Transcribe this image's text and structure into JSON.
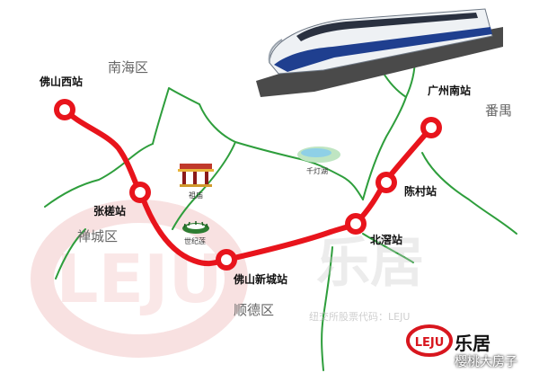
{
  "stations": {
    "foshan_west": "佛山西站",
    "zhangcha": "张槎站",
    "foshan_new_city": "佛山新城站",
    "beijiao": "北滘站",
    "chencun": "陈村站",
    "guangzhou_south": "广州南站"
  },
  "districts": {
    "nanhai": "南海区",
    "chancheng": "禅城区",
    "shunde": "顺德区",
    "panyu": "番禺"
  },
  "landmarks": {
    "zumiao": "祖庙",
    "qiandeng_lake": "千灯湖",
    "shijilian": "世纪莲"
  },
  "watermark": {
    "brand_large": "乐居",
    "stock_code": "纽交所股票代码：LEJU"
  },
  "logo": {
    "emblem": "LEJU",
    "text": "乐居"
  },
  "credit": "樱桃大房子",
  "colors": {
    "rail_line": "#e8141c",
    "boundary_line": "#2e9e3c",
    "station_fill": "#ffffff",
    "logo_red": "#d8161e"
  },
  "icons": [
    "high-speed-train-icon",
    "temple-gate-icon",
    "lake-icon",
    "stadium-icon"
  ]
}
